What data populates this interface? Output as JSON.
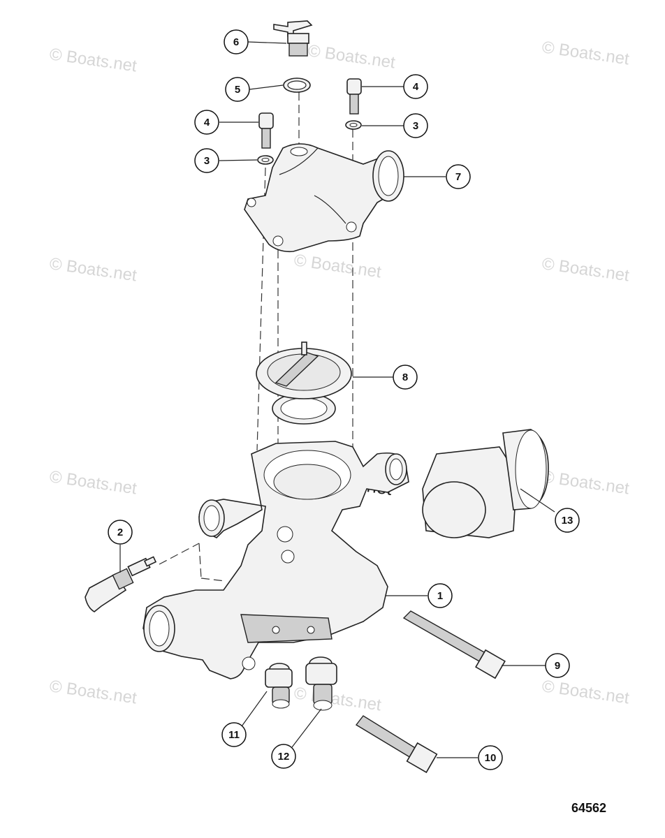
{
  "watermark": "© Boats.net",
  "figure_number": "64562",
  "callouts": [
    {
      "id": "c6",
      "label": "6"
    },
    {
      "id": "c5",
      "label": "5"
    },
    {
      "id": "c4a",
      "label": "4"
    },
    {
      "id": "c4b",
      "label": "4"
    },
    {
      "id": "c3a",
      "label": "3"
    },
    {
      "id": "c3b",
      "label": "3"
    },
    {
      "id": "c7",
      "label": "7"
    },
    {
      "id": "c8",
      "label": "8"
    },
    {
      "id": "c2",
      "label": "2"
    },
    {
      "id": "c13",
      "label": "13"
    },
    {
      "id": "c1",
      "label": "1"
    },
    {
      "id": "c9",
      "label": "9"
    },
    {
      "id": "c11",
      "label": "11"
    },
    {
      "id": "c12",
      "label": "12"
    },
    {
      "id": "c10",
      "label": "10"
    }
  ]
}
